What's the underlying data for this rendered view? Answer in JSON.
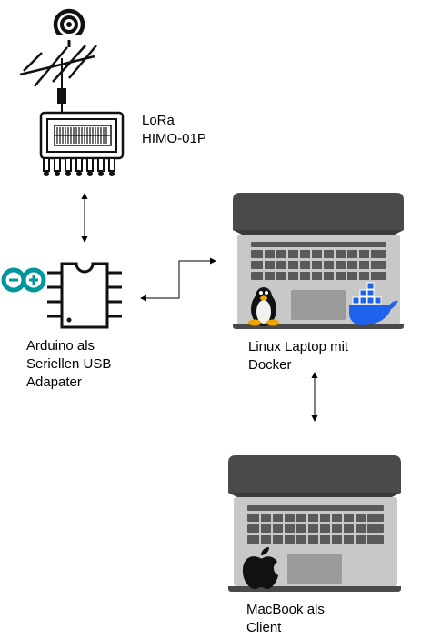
{
  "labels": {
    "lora_line1": "LoRa",
    "lora_line2": "HIMO-01P",
    "arduino_line1": "Arduino als",
    "arduino_line2": "Seriellen USB",
    "arduino_line3": "Adapater",
    "linux_line1": "Linux Laptop mit",
    "linux_line2": "Docker",
    "mac_line1": "MacBook als",
    "mac_line2": "Client"
  },
  "icons": {
    "antenna": "antenna-icon",
    "lora_chip": "chip-icon",
    "arduino": "arduino-logo-icon",
    "ic": "ic-chip-icon",
    "laptop": "laptop-icon",
    "tux": "tux-penguin-icon",
    "docker": "docker-whale-icon",
    "apple": "apple-logo-icon"
  },
  "colors": {
    "arduino_teal": "#00979C",
    "docker_blue": "#1D63ED",
    "laptop_dark": "#4a4a4a",
    "laptop_body": "#c8c8c8",
    "key_gray": "#5a5a5a"
  }
}
